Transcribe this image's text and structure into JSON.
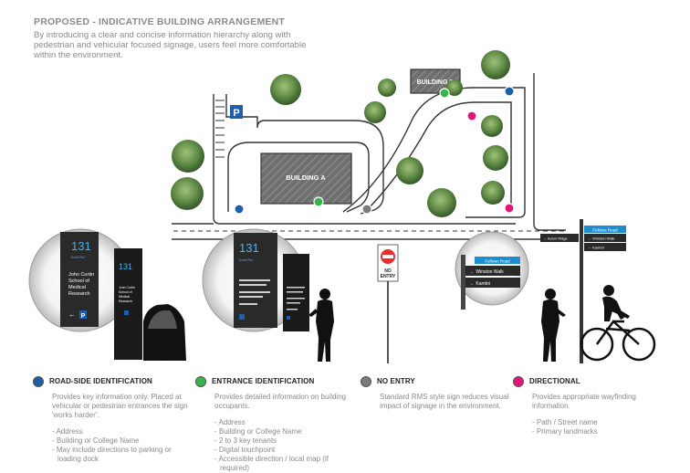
{
  "header": {
    "title": "PROPOSED - INDICATIVE BUILDING ARRANGEMENT",
    "intro": "By introducing a clear and concise information hierarchy along with pedestrian and vehicular focused signage, users feel more comfortable within the environment."
  },
  "map": {
    "building_a": "BUILDING A",
    "building_b": "BUILDING B",
    "parking": "P"
  },
  "signs": {
    "roadside": {
      "number": "131",
      "street": "Kent Rd",
      "college": "John Curtin School of Medical Research",
      "parking": "P"
    },
    "entrance": {
      "number": "131",
      "street": "Kent Rd"
    },
    "no_entry": "NO ENTRY",
    "directional": {
      "header": "Fellows Road",
      "line1": "Winston Walk",
      "line2": "Kambri",
      "far_left": "Acton Ridge",
      "far_right1": "Winston Walk",
      "far_right2": "Kambri"
    }
  },
  "legend": [
    {
      "color": "#1d5fa8",
      "title": "ROAD-SIDE IDENTIFICATION",
      "desc": "Provides key information only. Placed at vehicular or pedestrian entrances the sign 'works harder'.",
      "items": [
        "Address",
        "Building or College Name",
        "May include directions to parking or loading dock"
      ]
    },
    {
      "color": "#38b54a",
      "title": "ENTRANCE IDENTIFICATION",
      "desc": "Provides detailed information on building occupants.",
      "items": [
        "Address",
        "Building or College Name",
        "2 to 3 key tenants",
        "Digital touchpoint",
        "Accessible direction / local map (if required)"
      ]
    },
    {
      "color": "#7a7a7a",
      "title": "NO ENTRY",
      "desc": "Standard RMS style sign reduces visual impact of signage in the environment.",
      "items": []
    },
    {
      "color": "#e0157a",
      "title": "DIRECTIONAL",
      "desc": "Provides appropriate wayfinding information.",
      "items": [
        "Path / Street name",
        "Primary landmarks"
      ]
    }
  ]
}
